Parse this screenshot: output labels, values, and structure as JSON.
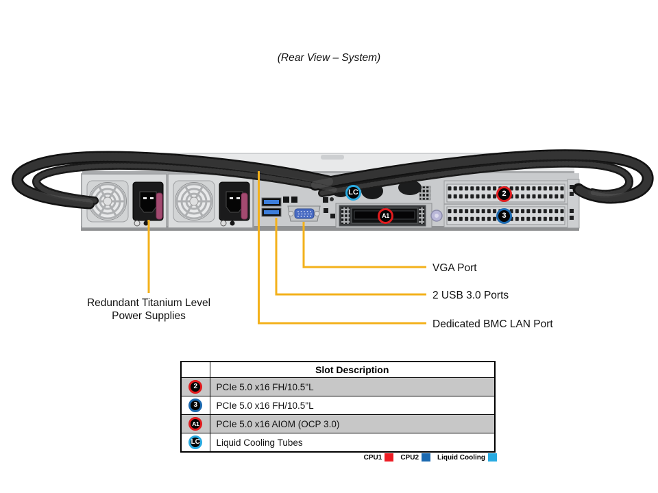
{
  "title": "(Rear View – System)",
  "illustration": {
    "badges": {
      "lc": "LC",
      "slot2": "2",
      "slot3": "3",
      "aiom": "A1"
    },
    "callouts": {
      "psu": "Redundant Titanium Level Power Supplies",
      "vga": "VGA Port",
      "usb": "2 USB 3.0 Ports",
      "bmc": "Dedicated BMC LAN Port"
    }
  },
  "table": {
    "header": "Slot Description",
    "rows": [
      {
        "badge": "2",
        "badge_color": "#E21B1E",
        "description": "PCIe 5.0 x16 FH/10.5\"L",
        "shaded": true
      },
      {
        "badge": "3",
        "badge_color": "#1B69B0",
        "description": "PCIe 5.0 x16 FH/10.5\"L",
        "shaded": false
      },
      {
        "badge": "A1",
        "badge_color": "#E21B1E",
        "description": "PCIe 5.0 x16 AIOM (OCP 3.0)",
        "shaded": true
      },
      {
        "badge": "LC",
        "badge_color": "#29ABE2",
        "description": "Liquid Cooling Tubes",
        "shaded": false
      }
    ]
  },
  "legend": {
    "items": [
      {
        "label": "CPU1",
        "color": "#ED1C24"
      },
      {
        "label": "CPU2",
        "color": "#1B69B0"
      },
      {
        "label": "Liquid Cooling",
        "color": "#29ABE2"
      }
    ]
  },
  "colors": {
    "callout_line": "#F3B11B",
    "cpu1_red": "#E21B1E",
    "cpu2_blue": "#1B69B0",
    "liquid_cooling_cyan": "#29ABE2",
    "table_row_shade": "#C7C7C7"
  }
}
